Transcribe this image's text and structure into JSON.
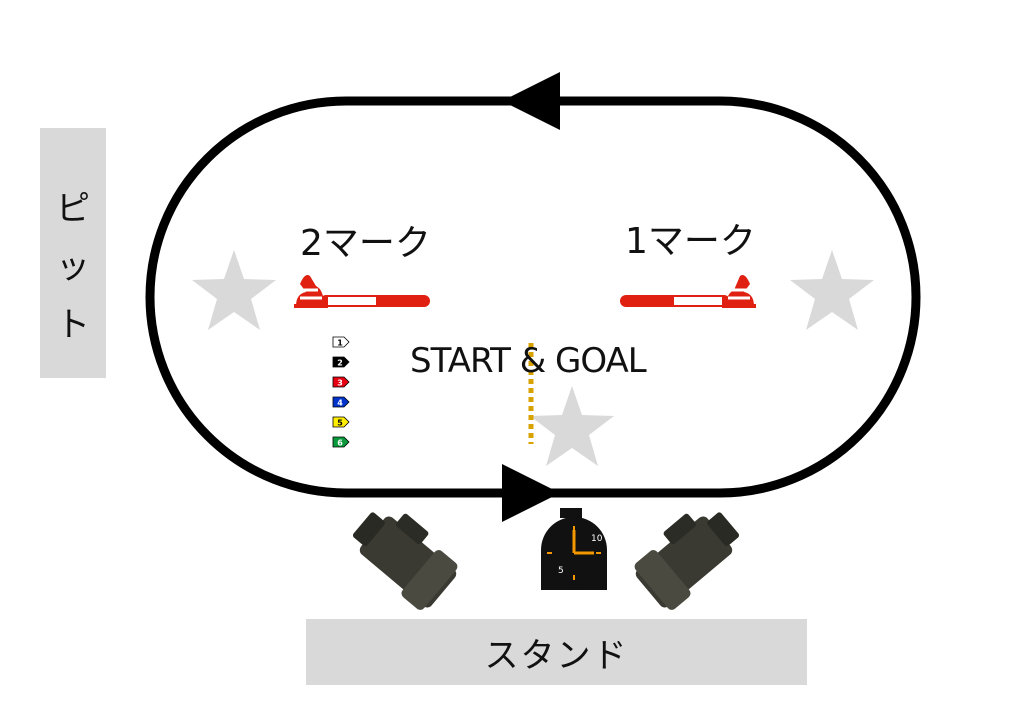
{
  "pit_label": [
    "ピ",
    "ッ",
    "ト"
  ],
  "stand_label": "スタンド",
  "mark2_label": "2マーク",
  "mark1_label": "1マーク",
  "start_goal_label": "START & GOAL",
  "boats": [
    {
      "number": "1",
      "color": "#ffffff",
      "text_color": "#000000"
    },
    {
      "number": "2",
      "color": "#000000",
      "text_color": "#ffffff"
    },
    {
      "number": "3",
      "color": "#e60012",
      "text_color": "#ffffff"
    },
    {
      "number": "4",
      "color": "#0033cc",
      "text_color": "#ffffff"
    },
    {
      "number": "5",
      "color": "#ffee00",
      "text_color": "#000000"
    },
    {
      "number": "6",
      "color": "#0a9a3c",
      "text_color": "#ffffff"
    }
  ],
  "clock": {
    "numbers": [
      "10",
      "5"
    ]
  },
  "colors": {
    "track": "#000000",
    "panel": "#d9d9d9",
    "star": "#d9d9d9",
    "buoy_red": "#e02010",
    "finish_line": "#d8a200"
  },
  "icons": [
    "star-icon",
    "buoy-icon",
    "camera-icon",
    "stopwatch-icon",
    "arrow-icon"
  ]
}
